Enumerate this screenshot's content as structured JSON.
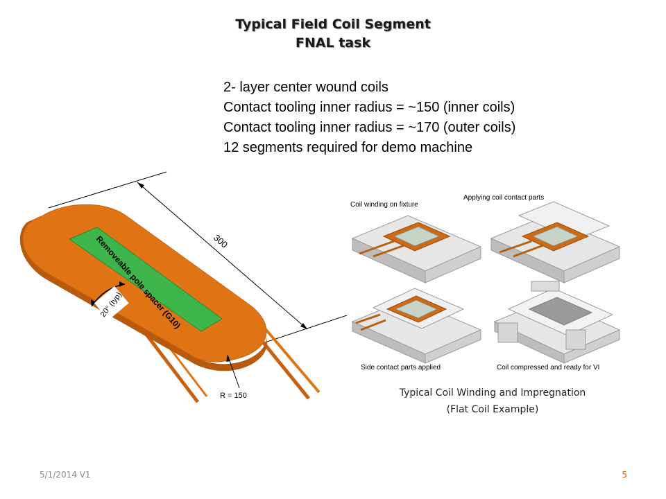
{
  "slide": {
    "title_line1": "Typical Field Coil Segment",
    "title_line2": "FNAL   task",
    "bullets": [
      "2- layer center wound coils",
      "Contact tooling inner radius = ~150 (inner coils)",
      "Contact tooling inner radius = ~170 (outer coils)",
      "12 segments required for demo machine"
    ],
    "coil_drawing": {
      "dim_length": "300",
      "spacer_label": "Removeable pole spacer (G10)",
      "angle_label": "20° (typ)",
      "radius_label": "R = 150",
      "coil_color": "#e07415",
      "spacer_color": "#3db54a"
    },
    "fixture_panels": {
      "label_winding": "Coil winding on fixture",
      "label_applying": "Applying coil contact parts",
      "label_side": "Side contact parts applied",
      "label_compressed": "Coil compressed and ready for VI"
    },
    "caption_line1": "Typical Coil Winding and Impregnation",
    "caption_line2": "(Flat Coil Example)",
    "footer_date": "5/1/2014 V1",
    "page_number": "5"
  }
}
